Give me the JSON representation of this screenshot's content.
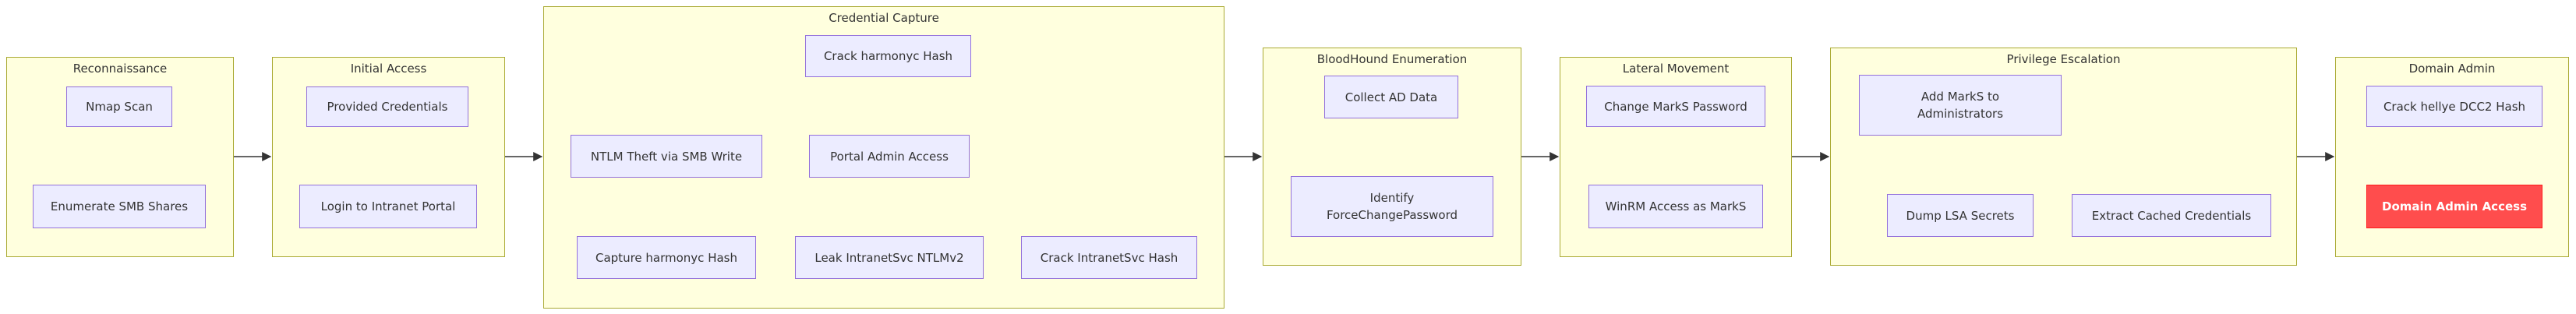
{
  "accent_color": "#ff4d4d",
  "clusters": {
    "recon": "Reconnaissance",
    "initial": "Initial Access",
    "cred": "Credential Capture",
    "blood": "BloodHound Enumeration",
    "lateral": "Lateral Movement",
    "priv": "Privilege Escalation",
    "da": "Domain Admin"
  },
  "nodes": {
    "nmap": "Nmap Scan",
    "smb_shares": "Enumerate SMB Shares",
    "provided_creds": "Provided Credentials",
    "intranet_login": "Login to Intranet Portal",
    "crack_harmonyc": "Crack harmonyc Hash",
    "ntlm_theft": "NTLM Theft via SMB Write",
    "portal_admin": "Portal Admin Access",
    "capture_harmonyc": "Capture harmonyc Hash",
    "leak_intranetsvc": "Leak IntranetSvc NTLMv2",
    "crack_intranetsvc": "Crack IntranetSvc Hash",
    "collect_ad": "Collect AD Data",
    "identify_fcp": "Identify\nForceChangePassword",
    "change_marks": "Change MarkS Password",
    "winrm_marks": "WinRM Access as MarkS",
    "add_marks_admins": "Add MarkS to\nAdministrators",
    "dump_lsa": "Dump LSA Secrets",
    "extract_cached": "Extract Cached Credentials",
    "crack_hellye": "Crack hellye DCC2 Hash",
    "domain_admin": "Domain Admin Access"
  }
}
